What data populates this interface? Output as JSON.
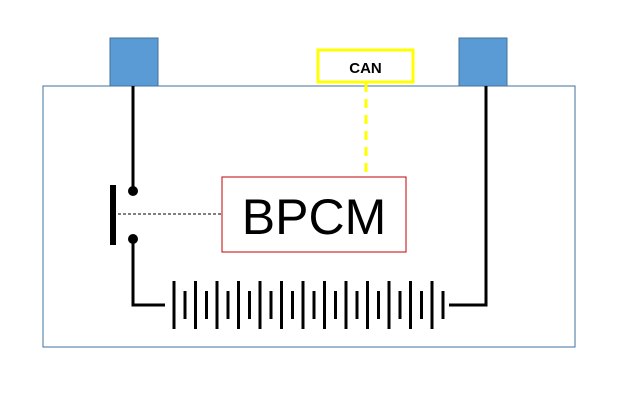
{
  "labels": {
    "can": "CAN",
    "module": "BPCM"
  },
  "colors": {
    "terminal_fill": "#5B9BD5",
    "terminal_stroke": "#41719C",
    "enclosure_stroke": "#41719C",
    "can_box_stroke": "#FFFF00",
    "can_line": "#FFFF00",
    "module_box_stroke": "#C00000",
    "wire": "#000000"
  },
  "battery": {
    "cell_count": 13
  }
}
